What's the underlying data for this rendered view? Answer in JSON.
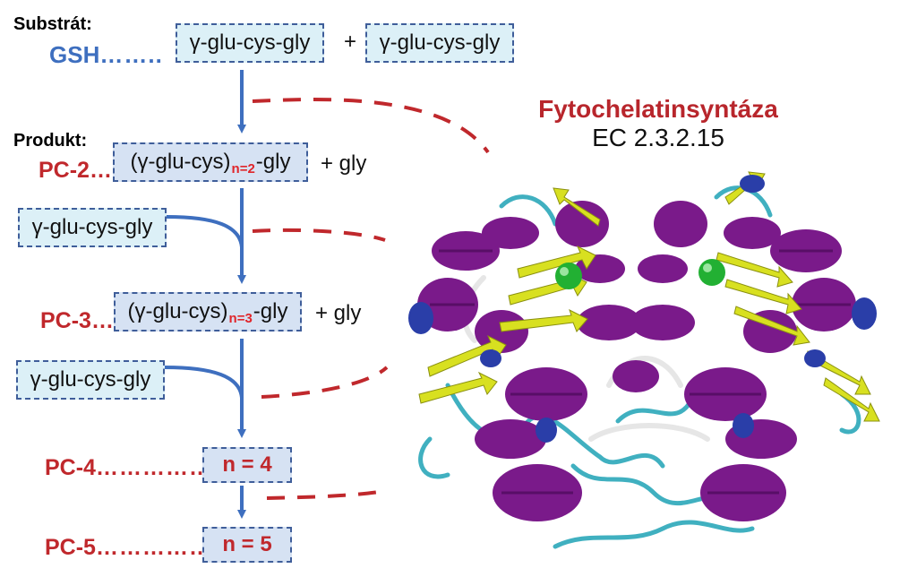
{
  "substrate": {
    "heading": "Substrát:",
    "label": "GSH",
    "dots": "……..",
    "box1": "γ-glu-cys-gly",
    "plus": "+",
    "box2": "γ-glu-cys-gly"
  },
  "product": {
    "heading": "Produkt:",
    "pc2": {
      "label": "PC-2",
      "dots": "…",
      "pre": "(γ-glu-cys)",
      "sub": "n=2",
      "post": "-gly",
      "extra": "+ gly"
    },
    "add1": "γ-glu-cys-gly",
    "pc3": {
      "label": "PC-3",
      "dots": "…",
      "pre": "(γ-glu-cys)",
      "sub": "n=3",
      "post": "-gly",
      "extra": "+ gly"
    },
    "add2": "γ-glu-cys-gly",
    "pc4": {
      "label": "PC-4",
      "dots": "…………….",
      "n": "n = 4"
    },
    "pc5": {
      "label": "PC-5",
      "dots": "…………….",
      "n": "n = 5"
    }
  },
  "enzyme": {
    "name": "Fytochelatinsyntáza",
    "ec": "EC 2.3.2.15"
  },
  "colors": {
    "arrow": "#3e6fbf",
    "dash": "#c0282c",
    "helix": "#7a1a8a",
    "sheet": "#d8e020",
    "coil": "#40b0c0",
    "turn": "#2a3ea8",
    "metal": "#22b033"
  }
}
